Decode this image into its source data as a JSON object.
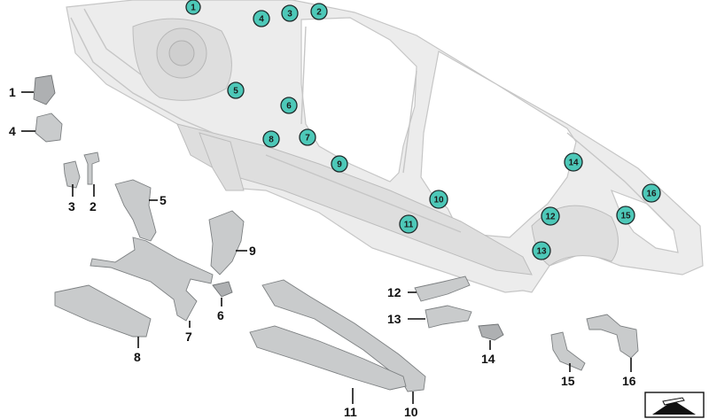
{
  "diagram": {
    "callout_color": "#4dc8b8",
    "callouts": [
      "1",
      "2",
      "3",
      "4",
      "5",
      "6",
      "7",
      "8",
      "9",
      "10",
      "11",
      "12",
      "13",
      "14",
      "15",
      "16"
    ],
    "part_labels": [
      "1",
      "2",
      "3",
      "4",
      "5",
      "6",
      "7",
      "8",
      "9",
      "10",
      "11",
      "12",
      "13",
      "14",
      "15",
      "16"
    ],
    "icon": "view-direction-icon"
  }
}
